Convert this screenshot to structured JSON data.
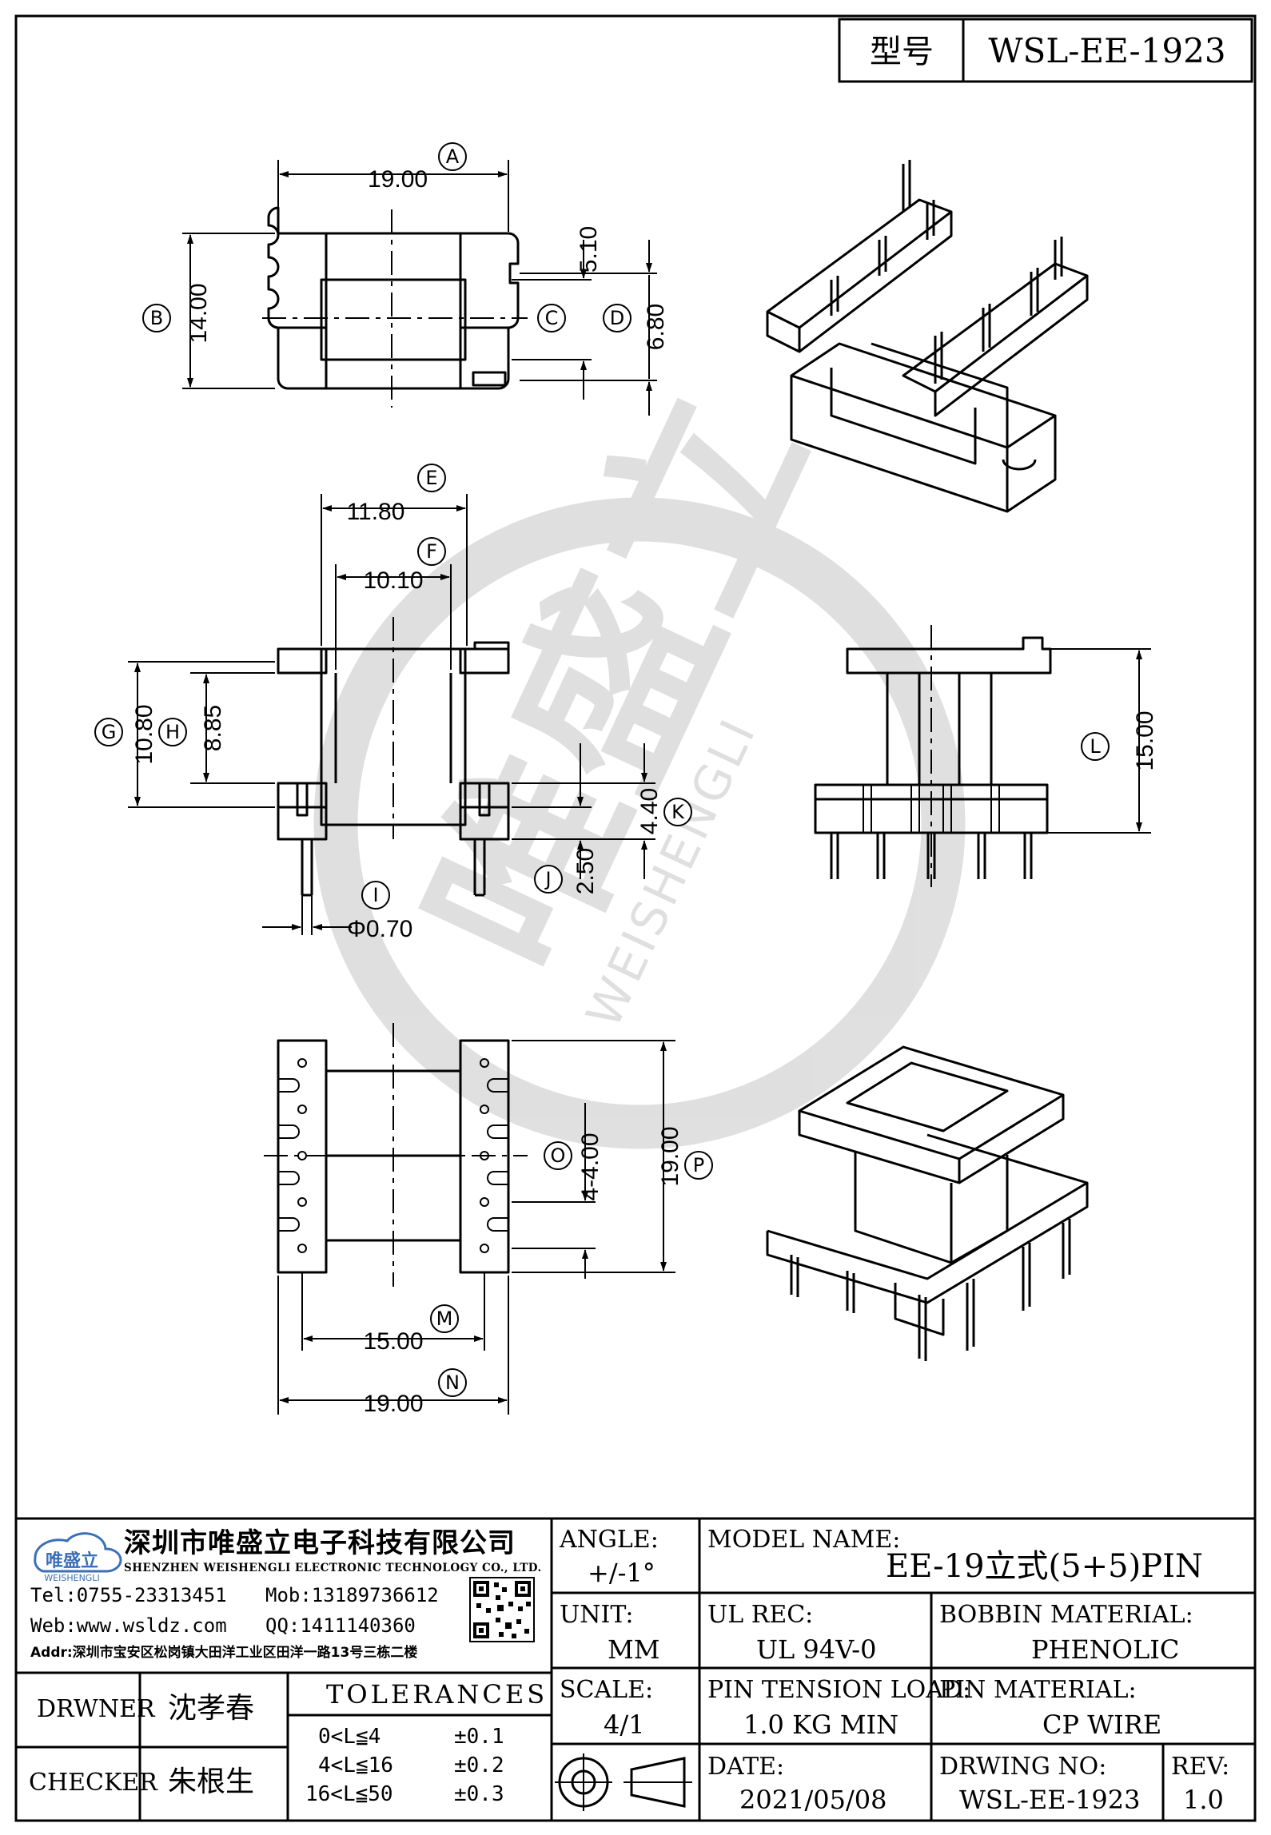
{
  "title_box": {
    "label": "型号",
    "model": "WSL-EE-1923"
  },
  "dims": {
    "A": "19.00",
    "B": "14.00",
    "C": "5.10",
    "D": "6.80",
    "E": "11.80",
    "F": "10.10",
    "G": "10.80",
    "H": "8.85",
    "I": "Φ0.70",
    "J": "2.50",
    "K": "4.40",
    "L": "15.00",
    "M": "15.00",
    "N": "19.00",
    "O": "4-4.00",
    "P": "19.00"
  },
  "markers": [
    "A",
    "B",
    "C",
    "D",
    "E",
    "F",
    "G",
    "H",
    "I",
    "J",
    "K",
    "L",
    "M",
    "N",
    "O",
    "P"
  ],
  "watermark": {
    "cn": "唯盛立",
    "en": "WEISHENGLI"
  },
  "company": {
    "name_cn": "深圳市唯盛立电子科技有限公司",
    "name_en": "SHENZHEN WEISHENGLI ELECTRONIC TECHNOLOGY CO., LTD.",
    "logo_text": "唯盛立",
    "logo_sub": "WEISHENGLI",
    "tel": "Tel:0755-23313451",
    "mob": "Mob:13189736612",
    "web": "Web:www.wsldz.com",
    "qq": "QQ:1411140360",
    "addr": "Addr:深圳市宝安区松岗镇大田洋工业区田洋一路13号三栋二楼"
  },
  "title_block": {
    "angle_label": "ANGLE:",
    "angle_value": "+/-1°",
    "model_name_label": "MODEL NAME:",
    "model_name_value": "EE-19立式(5+5)PIN",
    "unit_label": "UNIT:",
    "unit_value": "MM",
    "ul_label": "UL REC:",
    "ul_value": "UL 94V-0",
    "bobbin_label": "BOBBIN MATERIAL:",
    "bobbin_value": "PHENOLIC",
    "drawer_label": "DRWNER",
    "drawer_value": "沈孝春",
    "checker_label": "CHECKER",
    "checker_value": "朱根生",
    "tolerances_label": "TOLERANCES",
    "tol_rows": [
      {
        "range": "0<L≦4",
        "tol": "±0.1"
      },
      {
        "range": "4<L≦16",
        "tol": "±0.2"
      },
      {
        "range": "16<L≦50",
        "tol": "±0.3"
      }
    ],
    "scale_label": "SCALE:",
    "scale_value": "4/1",
    "pin_tension_label": "PIN TENSION LOAD:",
    "pin_tension_value": "1.0 KG MIN",
    "pin_material_label": "PIN MATERIAL:",
    "pin_material_value": "CP WIRE",
    "date_label": "DATE:",
    "date_value": "2021/05/08",
    "drwing_no_label": "DRWING NO:",
    "drwing_no_value": "WSL-EE-1923",
    "rev_label": "REV:",
    "rev_value": "1.0"
  }
}
